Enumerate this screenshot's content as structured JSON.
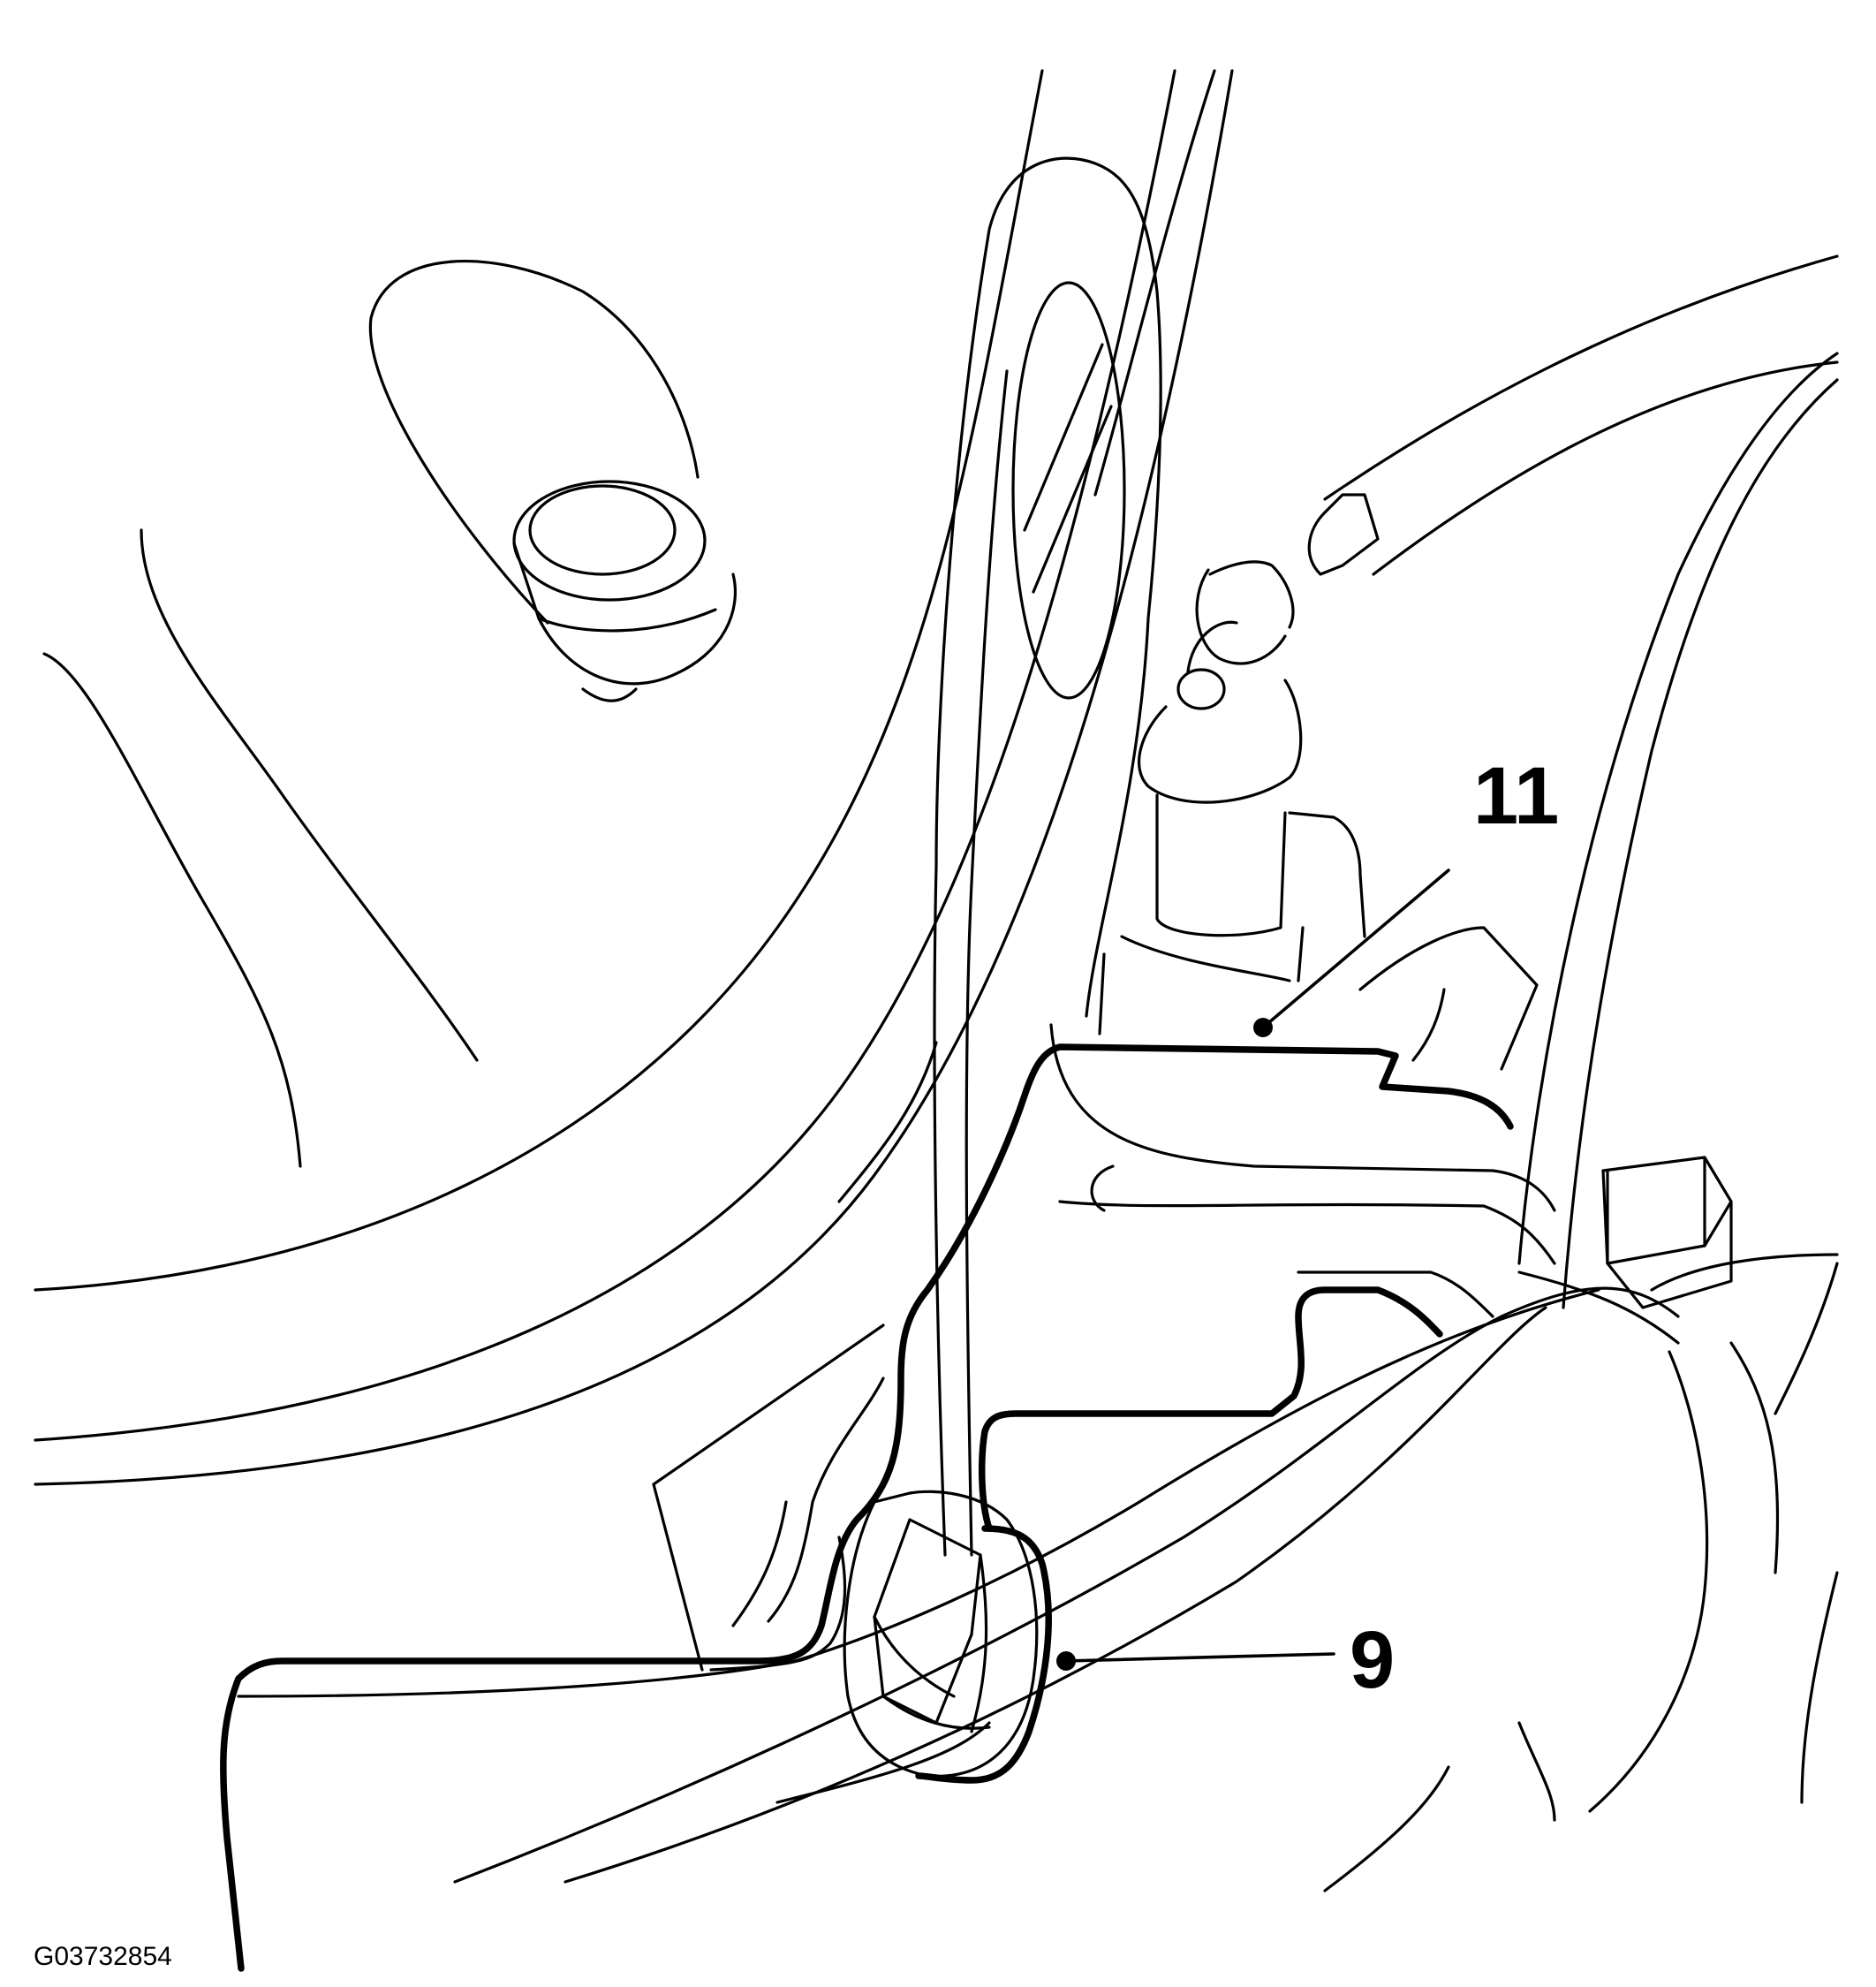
{
  "figure": {
    "callouts": [
      {
        "id": "11",
        "label": "11"
      },
      {
        "id": "9",
        "label": "9"
      }
    ],
    "figure_id": "G03732854"
  },
  "colors": {
    "line": "#000000",
    "background": "#ffffff"
  }
}
